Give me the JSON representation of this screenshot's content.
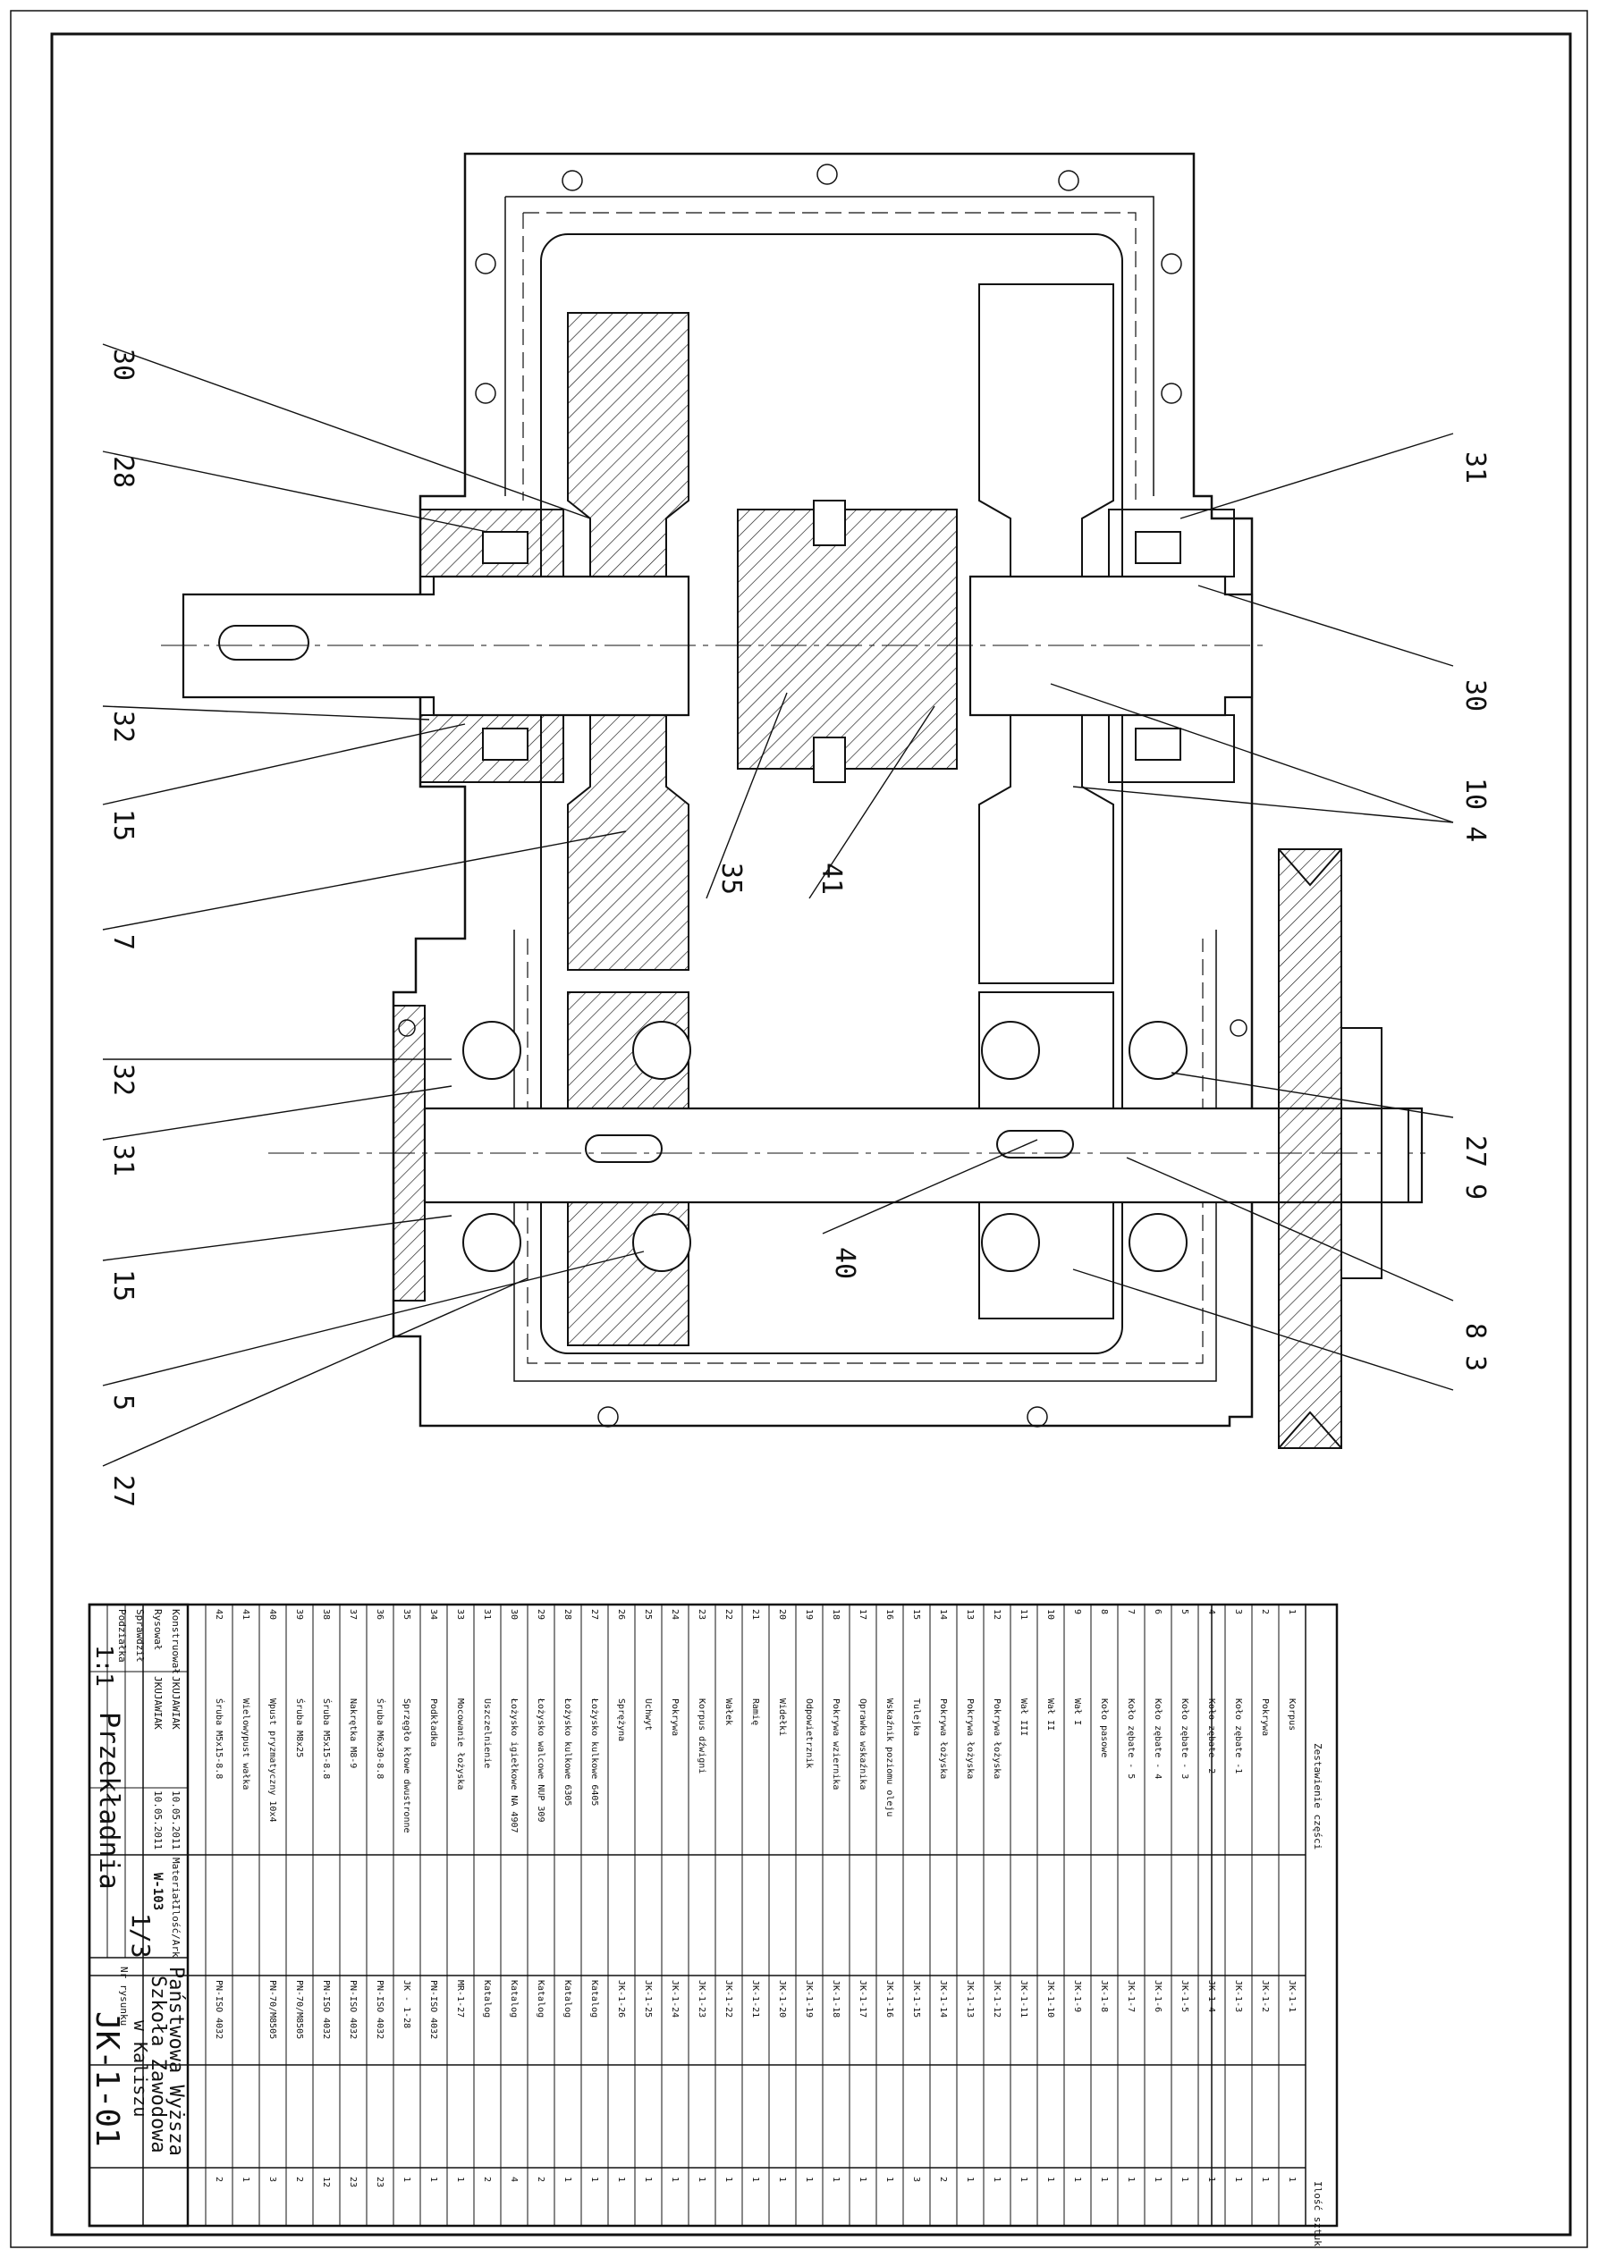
{
  "drawing": {
    "callouts": [
      {
        "label": "30"
      },
      {
        "label": "28"
      },
      {
        "label": "32"
      },
      {
        "label": "15"
      },
      {
        "label": "7"
      },
      {
        "label": "35"
      },
      {
        "label": "41"
      },
      {
        "label": "31"
      },
      {
        "label": "30"
      },
      {
        "label": "10 4"
      },
      {
        "label": "32"
      },
      {
        "label": "31"
      },
      {
        "label": "15"
      },
      {
        "label": "5"
      },
      {
        "label": "27"
      },
      {
        "label": "40"
      },
      {
        "label": "27 9"
      },
      {
        "label": "8 3"
      }
    ]
  },
  "title_block": {
    "konstruowal_label": "Konstruował",
    "rysowal_label": "Rysował",
    "sprawdzil_label": "Sprawdził",
    "podzialka_label": "Podziałka",
    "konstruowal_name": "JKUJAWIAK",
    "rysowal_name": "JKUJAWIAK",
    "konstruowal_date": "10.05.2011",
    "rysowal_date": "10.05.2011",
    "material_label": "Materiał",
    "material_value": "W-103",
    "ilosc_arkuszy_label": "Ilość/Ark",
    "sheet": "1/3",
    "scale": "1:1",
    "title": "Przekładnia",
    "school_line1": "Państwowa Wyższa",
    "school_line2": "Szkoła Zawodowa",
    "school_line3": "w Kaliszu",
    "nr_label": "Nr rysunku",
    "drawing_number": "JK-1-01"
  },
  "parts_list": {
    "header_name": "Zestawienie części",
    "header_qty": "Ilość sztuk",
    "rows": [
      {
        "no": "1",
        "name": "Korpus",
        "code": "JK-1-1",
        "qty": "1"
      },
      {
        "no": "2",
        "name": "Pokrywa",
        "code": "JK-1-2",
        "qty": "1"
      },
      {
        "no": "3",
        "name": "Koło zębate -1",
        "code": "JK-1-3",
        "qty": "1"
      },
      {
        "no": "4",
        "name": "Koło zębate -2",
        "code": "JK-1-4",
        "qty": "1"
      },
      {
        "no": "5",
        "name": "Koło zębate - 3",
        "code": "JK-1-5",
        "qty": "1"
      },
      {
        "no": "6",
        "name": "Koło zębate - 4",
        "code": "JK-1-6",
        "qty": "1"
      },
      {
        "no": "7",
        "name": "Koło zębate - 5",
        "code": "JK-1-7",
        "qty": "1"
      },
      {
        "no": "8",
        "name": "Koło pasowe",
        "code": "JK-1-8",
        "qty": "1"
      },
      {
        "no": "9",
        "name": "Wał I",
        "code": "JK-1-9",
        "qty": "1"
      },
      {
        "no": "10",
        "name": "Wał II",
        "code": "JK-1-10",
        "qty": "1"
      },
      {
        "no": "11",
        "name": "Wał III",
        "code": "JK-1-11",
        "qty": "1"
      },
      {
        "no": "12",
        "name": "Pokrywa łożyska",
        "code": "JK-1-12",
        "qty": "1"
      },
      {
        "no": "13",
        "name": "Pokrywa łożyska",
        "code": "JK-1-13",
        "qty": "1"
      },
      {
        "no": "14",
        "name": "Pokrywa łożyska",
        "code": "JK-1-14",
        "qty": "2"
      },
      {
        "no": "15",
        "name": "Tulejka",
        "code": "JK-1-15",
        "qty": "3"
      },
      {
        "no": "16",
        "name": "Wskaźnik poziomu oleju",
        "code": "JK-1-16",
        "qty": "1"
      },
      {
        "no": "17",
        "name": "Oprawka wskaźnika",
        "code": "JK-1-17",
        "qty": "1"
      },
      {
        "no": "18",
        "name": "Pokrywa wziernika",
        "code": "JK-1-18",
        "qty": "1"
      },
      {
        "no": "19",
        "name": "Odpowietrznik",
        "code": "JK-1-19",
        "qty": "1"
      },
      {
        "no": "20",
        "name": "Widełki",
        "code": "JK-1-20",
        "qty": "1"
      },
      {
        "no": "21",
        "name": "Ramię",
        "code": "JK-1-21",
        "qty": "1"
      },
      {
        "no": "22",
        "name": "Wałek",
        "code": "JK-1-22",
        "qty": "1"
      },
      {
        "no": "23",
        "name": "Korpus dźwigni",
        "code": "JK-1-23",
        "qty": "1"
      },
      {
        "no": "24",
        "name": "Pokrywa",
        "code": "JK-1-24",
        "qty": "1"
      },
      {
        "no": "25",
        "name": "Uchwyt",
        "code": "JK-1-25",
        "qty": "1"
      },
      {
        "no": "26",
        "name": "Sprężyna",
        "code": "JK-1-26",
        "qty": "1"
      },
      {
        "no": "27",
        "name": "Łożysko kulkowe 6405",
        "code": "Katalog",
        "qty": "1"
      },
      {
        "no": "28",
        "name": "Łożysko kulkowe 6305",
        "code": "Katalog",
        "qty": "1"
      },
      {
        "no": "29",
        "name": "Łożysko walcowe NUP 309",
        "code": "Katalog",
        "qty": "2"
      },
      {
        "no": "30",
        "name": "Łożysko igiełkowe NA 4907",
        "code": "Katalog",
        "qty": "4"
      },
      {
        "no": "31",
        "name": "Uszczelnienie",
        "code": "Katalog",
        "qty": "2"
      },
      {
        "no": "33",
        "name": "Mocowanie łożyska",
        "code": "MR-1-27",
        "qty": "1"
      },
      {
        "no": "34",
        "name": "Podkładka",
        "code": "PN-ISO 4032",
        "qty": "1"
      },
      {
        "no": "35",
        "name": "Sprzęgło kłowe dwustronne",
        "code": "JK - 1-28",
        "qty": "1"
      },
      {
        "no": "36",
        "name": "Śruba M6x30-8.8",
        "code": "PN-ISO 4032",
        "qty": "23"
      },
      {
        "no": "37",
        "name": "Nakrętka M8-9",
        "code": "PN-ISO 4032",
        "qty": "23"
      },
      {
        "no": "38",
        "name": "Śruba M5x15-8.8",
        "code": "PN-ISO 4032",
        "qty": "12"
      },
      {
        "no": "39",
        "name": "Śruba M8x25",
        "code": "PN-70/M8505",
        "qty": "2"
      },
      {
        "no": "40",
        "name": "Wpust pryzmatyczny 10x4",
        "code": "PN-70/M8505",
        "qty": "3"
      },
      {
        "no": "41",
        "name": "Wielowypust wałka",
        "code": "",
        "qty": "1"
      },
      {
        "no": "42",
        "name": "Śruba M5x15-8.8",
        "code": "PN-ISO 4032",
        "qty": "2"
      }
    ]
  }
}
